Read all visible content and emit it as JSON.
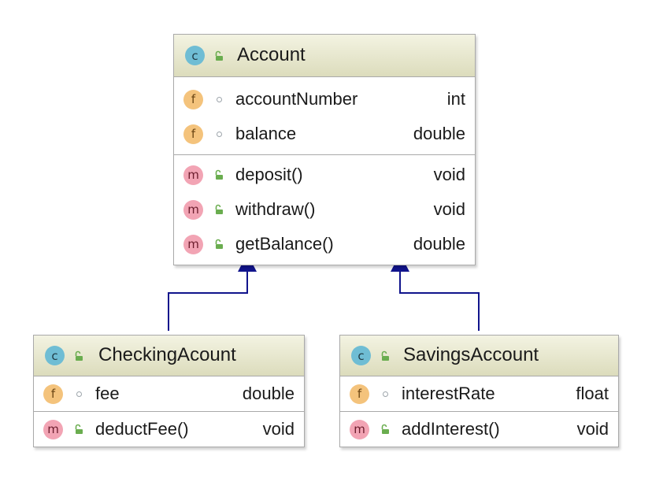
{
  "colors": {
    "edge": "#11148c",
    "border": "#a9a9a9",
    "class_badge": "#6fbdd4",
    "field_badge": "#f4c37c",
    "method_badge": "#f2a4b4",
    "public_lock": "#6aad4f",
    "package_dot": "#9da5ab"
  },
  "classes": [
    {
      "id": "account",
      "badge": "c",
      "name": "Account",
      "fields": [
        {
          "badge": "f",
          "visibility": "package",
          "name": "accountNumber",
          "type": "int"
        },
        {
          "badge": "f",
          "visibility": "package",
          "name": "balance",
          "type": "double"
        }
      ],
      "methods": [
        {
          "badge": "m",
          "visibility": "public",
          "name": "deposit()",
          "type": "void"
        },
        {
          "badge": "m",
          "visibility": "public",
          "name": "withdraw()",
          "type": "void"
        },
        {
          "badge": "m",
          "visibility": "public",
          "name": "getBalance()",
          "type": "double"
        }
      ]
    },
    {
      "id": "checking",
      "badge": "c",
      "name": "CheckingAcount",
      "fields": [
        {
          "badge": "f",
          "visibility": "package",
          "name": "fee",
          "type": "double"
        }
      ],
      "methods": [
        {
          "badge": "m",
          "visibility": "public",
          "name": "deductFee()",
          "type": "void"
        }
      ]
    },
    {
      "id": "savings",
      "badge": "c",
      "name": "SavingsAccount",
      "fields": [
        {
          "badge": "f",
          "visibility": "package",
          "name": "interestRate",
          "type": "float"
        }
      ],
      "methods": [
        {
          "badge": "m",
          "visibility": "public",
          "name": "addInterest()",
          "type": "void"
        }
      ]
    }
  ],
  "relations": [
    {
      "type": "inheritance",
      "from": "checking",
      "to": "account"
    },
    {
      "type": "inheritance",
      "from": "savings",
      "to": "account"
    }
  ]
}
